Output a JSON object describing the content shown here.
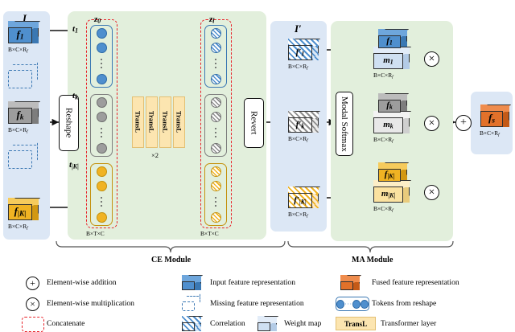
{
  "diagram": {
    "title_input_group": "I",
    "title_output_group": "I′",
    "modules": {
      "ce": "CE Module",
      "ma": "MA Module"
    },
    "dims_feature": "B×C×R",
    "dims_feature_sub": "f",
    "dims_token": "B×T×C",
    "repeat": "×2"
  },
  "input_group": {
    "label": "I",
    "items": [
      {
        "name": "f",
        "sub": "1",
        "dims": "B×C×R",
        "dims_sub": "f",
        "kind": "input"
      },
      {
        "kind": "missing"
      },
      {
        "name": "f",
        "sub": "k",
        "dims": "B×C×R",
        "dims_sub": "f",
        "kind": "input"
      },
      {
        "kind": "missing"
      },
      {
        "name": "f",
        "sub": "|K|",
        "dims": "B×C×R",
        "dims_sub": "f",
        "kind": "input"
      }
    ]
  },
  "ce_module": {
    "reshape_label": "Reshape",
    "revert_label": "Revert",
    "token_inputs": [
      {
        "label": "t",
        "sub": "1"
      },
      {
        "label": "t",
        "sub": "k"
      },
      {
        "label": "t",
        "sub": "|K|"
      }
    ],
    "z0_label": "z",
    "z0_sub": "0",
    "zl_label": "z",
    "zl_sub": "l",
    "z0_dims": "B×T×C",
    "zl_dims": "B×T×C",
    "transformer_layers": [
      "TransL",
      "TransL",
      "TransL",
      "TransL"
    ],
    "repeat_label": "×2"
  },
  "output_group": {
    "label": "I′",
    "items": [
      {
        "name": "f′",
        "sub": "1",
        "dims": "B×C×R",
        "dims_sub": "f"
      },
      {
        "name": "f′",
        "sub": "k",
        "dims": "B×C×R",
        "dims_sub": "f"
      },
      {
        "name": "f′",
        "sub": "|K|",
        "dims": "B×C×R",
        "dims_sub": "f"
      }
    ]
  },
  "ma_module": {
    "softmax_label": "Modal Softmax",
    "pairs": [
      {
        "feature": "f",
        "feature_sub": "1",
        "weight": "m",
        "weight_sub": "1",
        "dims": "B×C×R",
        "dims_sub": "f"
      },
      {
        "feature": "f",
        "feature_sub": "k",
        "weight": "m",
        "weight_sub": "k",
        "dims": "B×C×R",
        "dims_sub": "f"
      },
      {
        "feature": "f",
        "feature_sub": "|K|",
        "weight": "m",
        "weight_sub": "|K|",
        "dims": "B×C×R",
        "dims_sub": "f"
      }
    ],
    "multiply_symbol": "×",
    "add_symbol": "+"
  },
  "fused": {
    "name": "f",
    "sub": "s",
    "dims": "B×C×R",
    "dims_sub": "f"
  },
  "legend": {
    "rows": [
      {
        "symbol": "plus",
        "text": "Element-wise addition"
      },
      {
        "symbol": "times",
        "text": "Element-wise multiplication"
      },
      {
        "symbol": "dashed-red",
        "text": "Concatenate"
      },
      {
        "symbol": "cube-blue",
        "text": "Input feature representation"
      },
      {
        "symbol": "cube-dashed",
        "text": "Missing feature representation"
      },
      {
        "symbol": "cube-hatch",
        "text": "Correlation"
      },
      {
        "symbol": "cube-light",
        "text": "Weight map"
      },
      {
        "symbol": "cube-orange",
        "text": "Fused feature representation"
      },
      {
        "symbol": "tokens",
        "text": "Tokens from reshape"
      },
      {
        "symbol": "transl",
        "text": "Transformer layer",
        "box_label": "TransL"
      }
    ]
  },
  "colors": {
    "input_blue": "#4f8fce",
    "modal_gray": "#9d9d9d",
    "modal_gold": "#f0b323",
    "fused_orange": "#e2712a",
    "panel_blue": "#dce7f5",
    "panel_green": "#e2efdc",
    "concat_red": "#e8232a",
    "transl_yellow": "#fce5b0"
  }
}
